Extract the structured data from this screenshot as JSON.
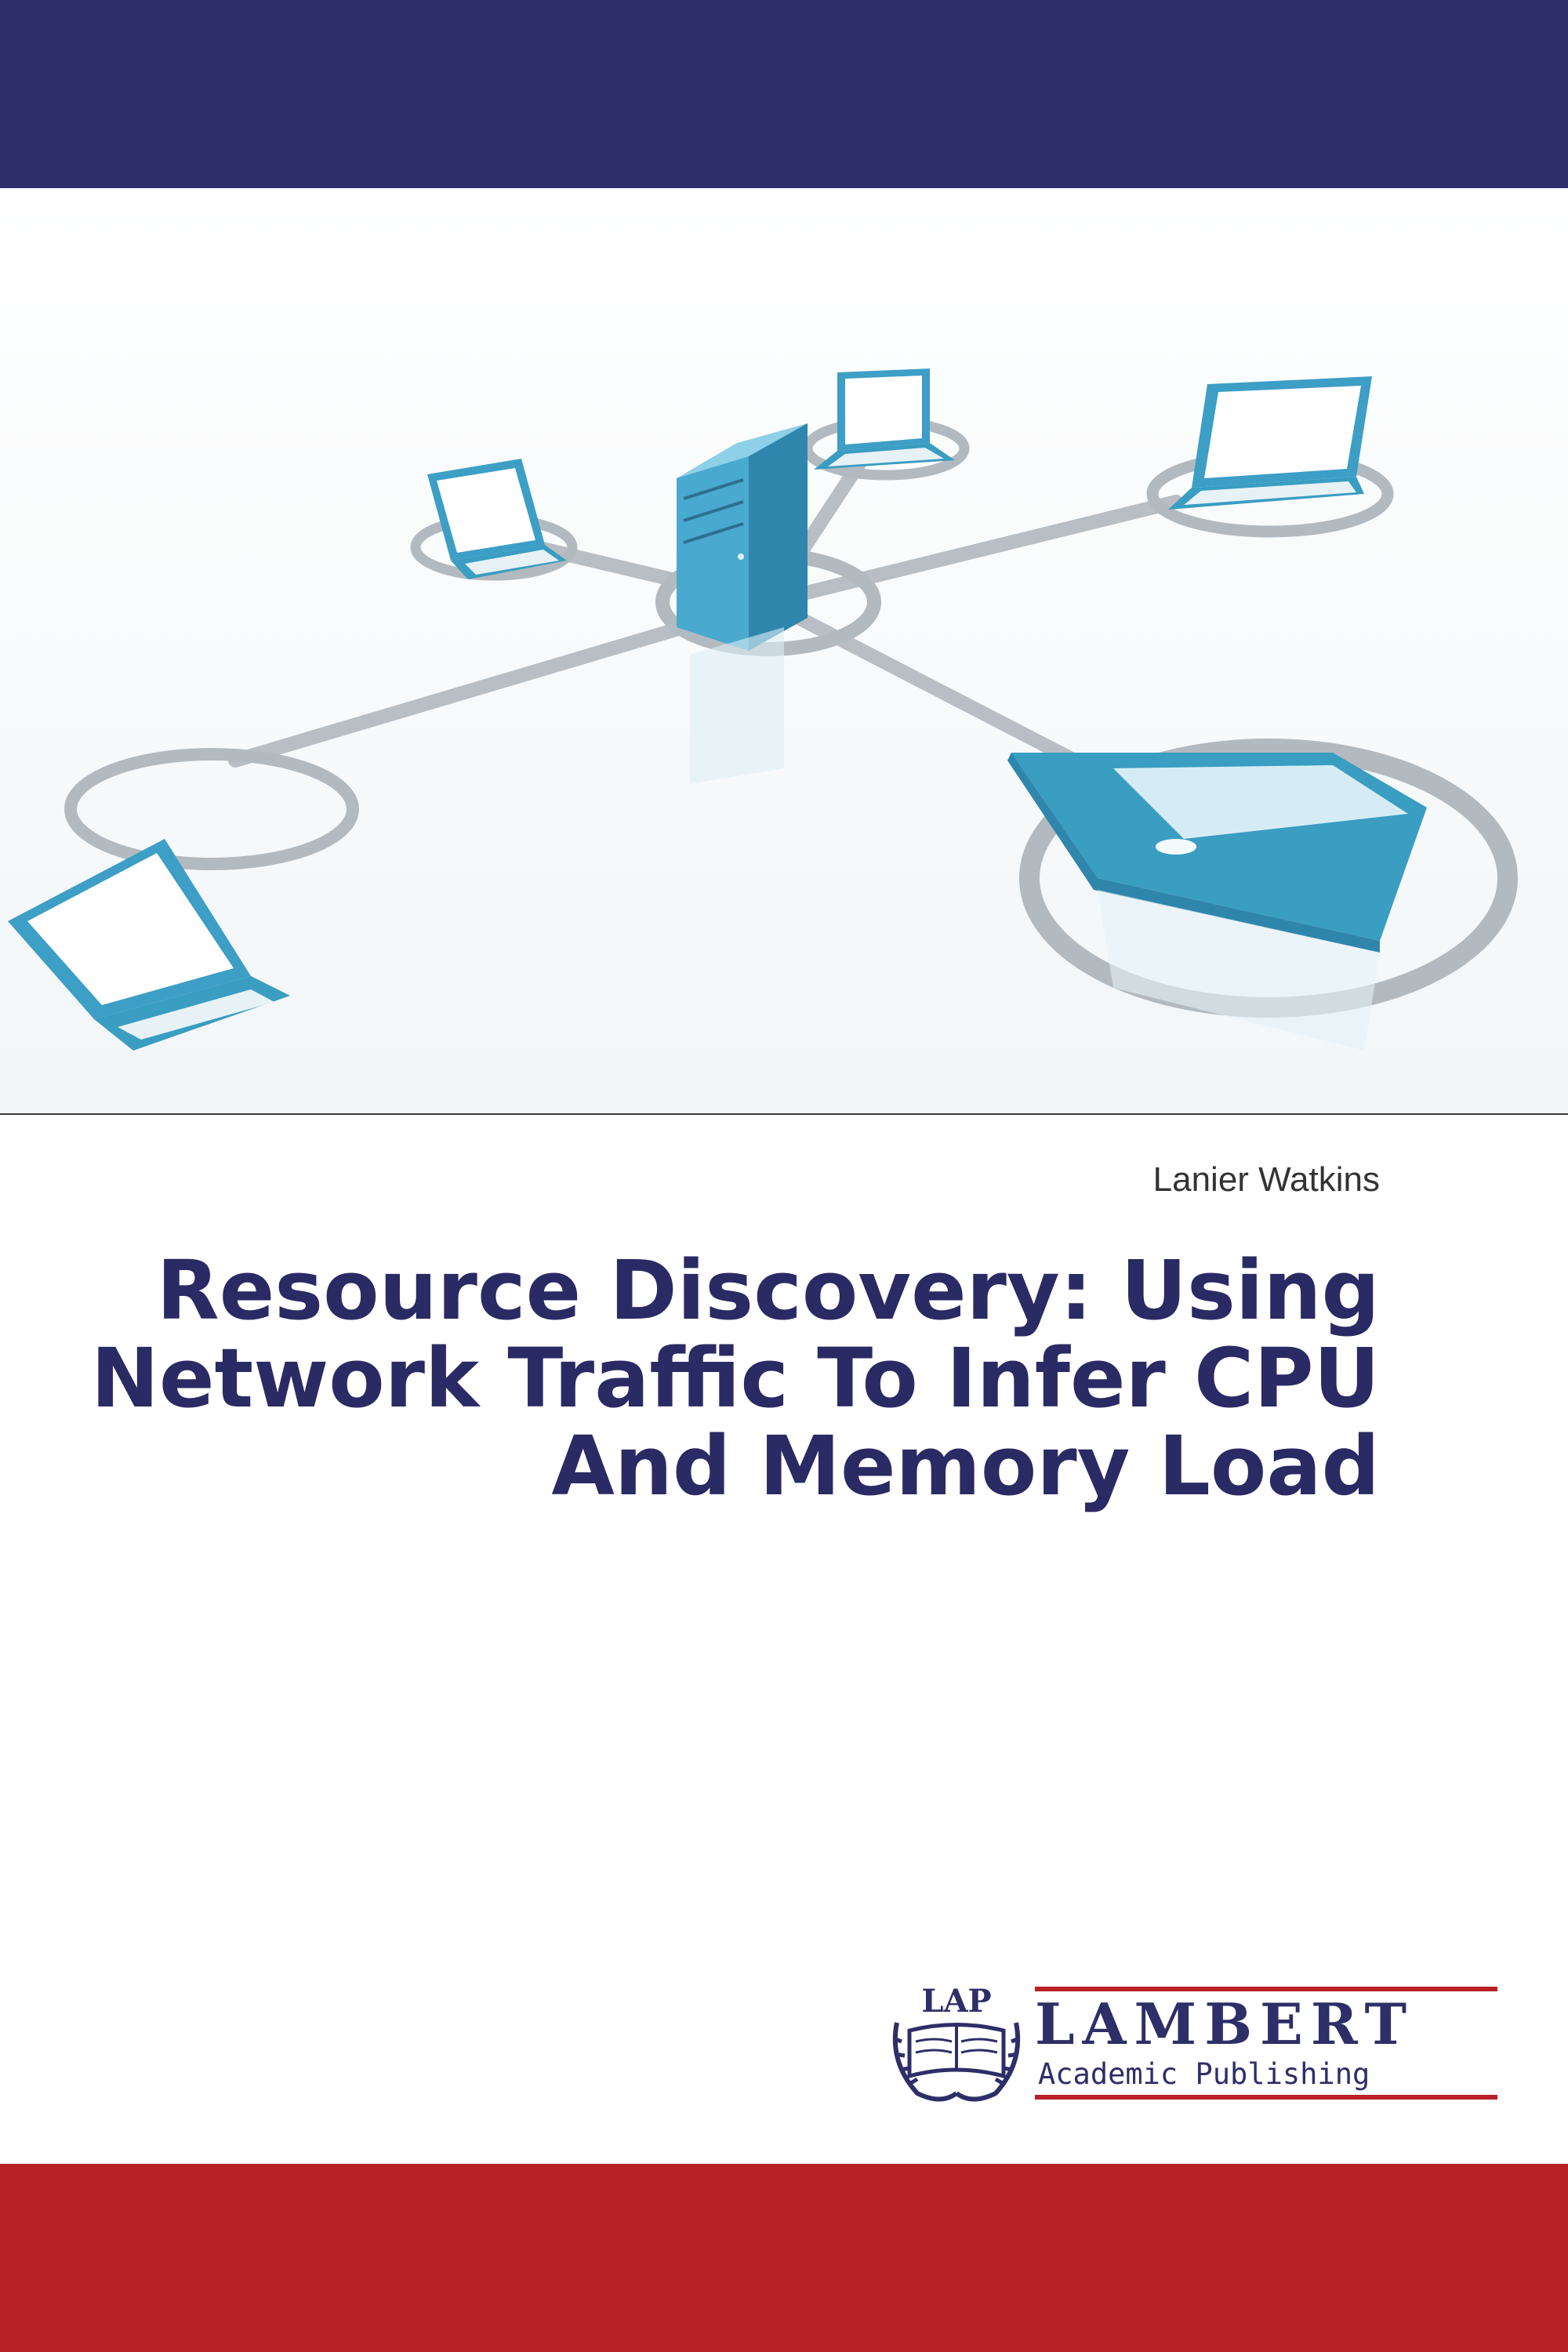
{
  "cover": {
    "author": "Lanier Watkins",
    "title_lines": [
      "Resource Discovery: Using",
      "Network Traffic To Infer CPU",
      "And Memory Load"
    ]
  },
  "publisher": {
    "emblem_text": "LAP",
    "name": "LAMBERT",
    "subtitle": "Academic Publishing"
  },
  "illustration": {
    "icons": [
      "server-tower-icon",
      "laptop-icon"
    ]
  },
  "colors": {
    "navy": "#2e2e68",
    "red": "#b92126",
    "teal": "#3a9dc2",
    "title": "#2a2a64"
  }
}
